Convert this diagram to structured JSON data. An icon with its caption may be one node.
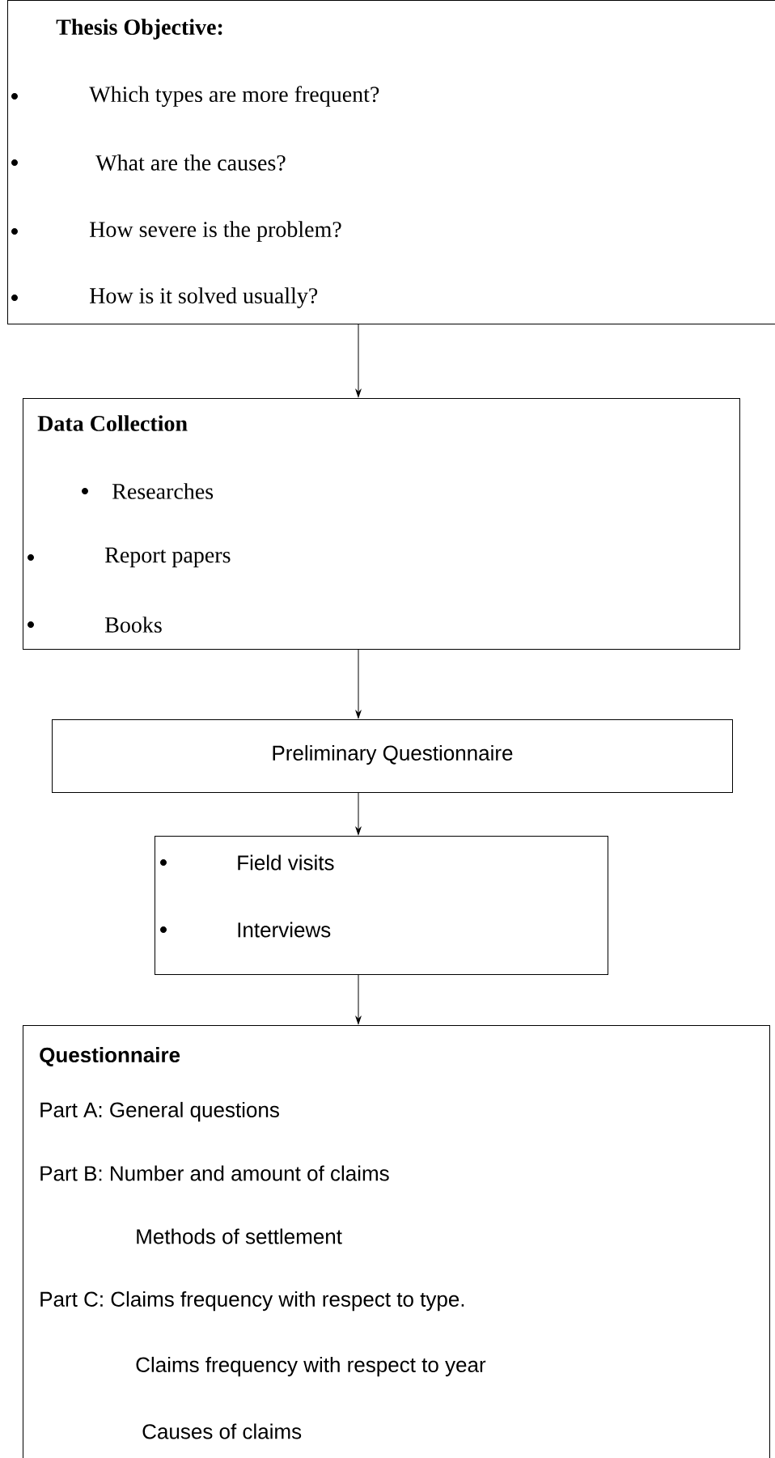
{
  "diagram": {
    "nodes": [
      {
        "text": [
          "Thesis Objective:",
          "Which types are more frequent?",
          "What are the causes?",
          "How severe is the problem?",
          "How is it solved usually?"
        ]
      },
      {
        "text": [
          "Data Collection",
          "Researches",
          "Report papers",
          "Books"
        ]
      },
      {
        "text": [
          "Preliminary Questionnaire"
        ]
      },
      {
        "text": [
          "Field visits",
          "Interviews"
        ]
      },
      {
        "text": [
          "Questionnaire",
          "Part A: General questions",
          "Part B: Number and amount of claims",
          "Methods of settlement",
          "Part C: Claims frequency with respect to type.",
          "Claims frequency with respect to year",
          "Causes of claims"
        ]
      }
    ],
    "edges": [
      {
        "from": 0,
        "to": 1,
        "arrow": "to"
      },
      {
        "from": 1,
        "to": 2,
        "arrow": "to"
      },
      {
        "from": 2,
        "to": 3,
        "arrow": "to"
      },
      {
        "from": 3,
        "to": 4,
        "arrow": "to"
      }
    ]
  }
}
